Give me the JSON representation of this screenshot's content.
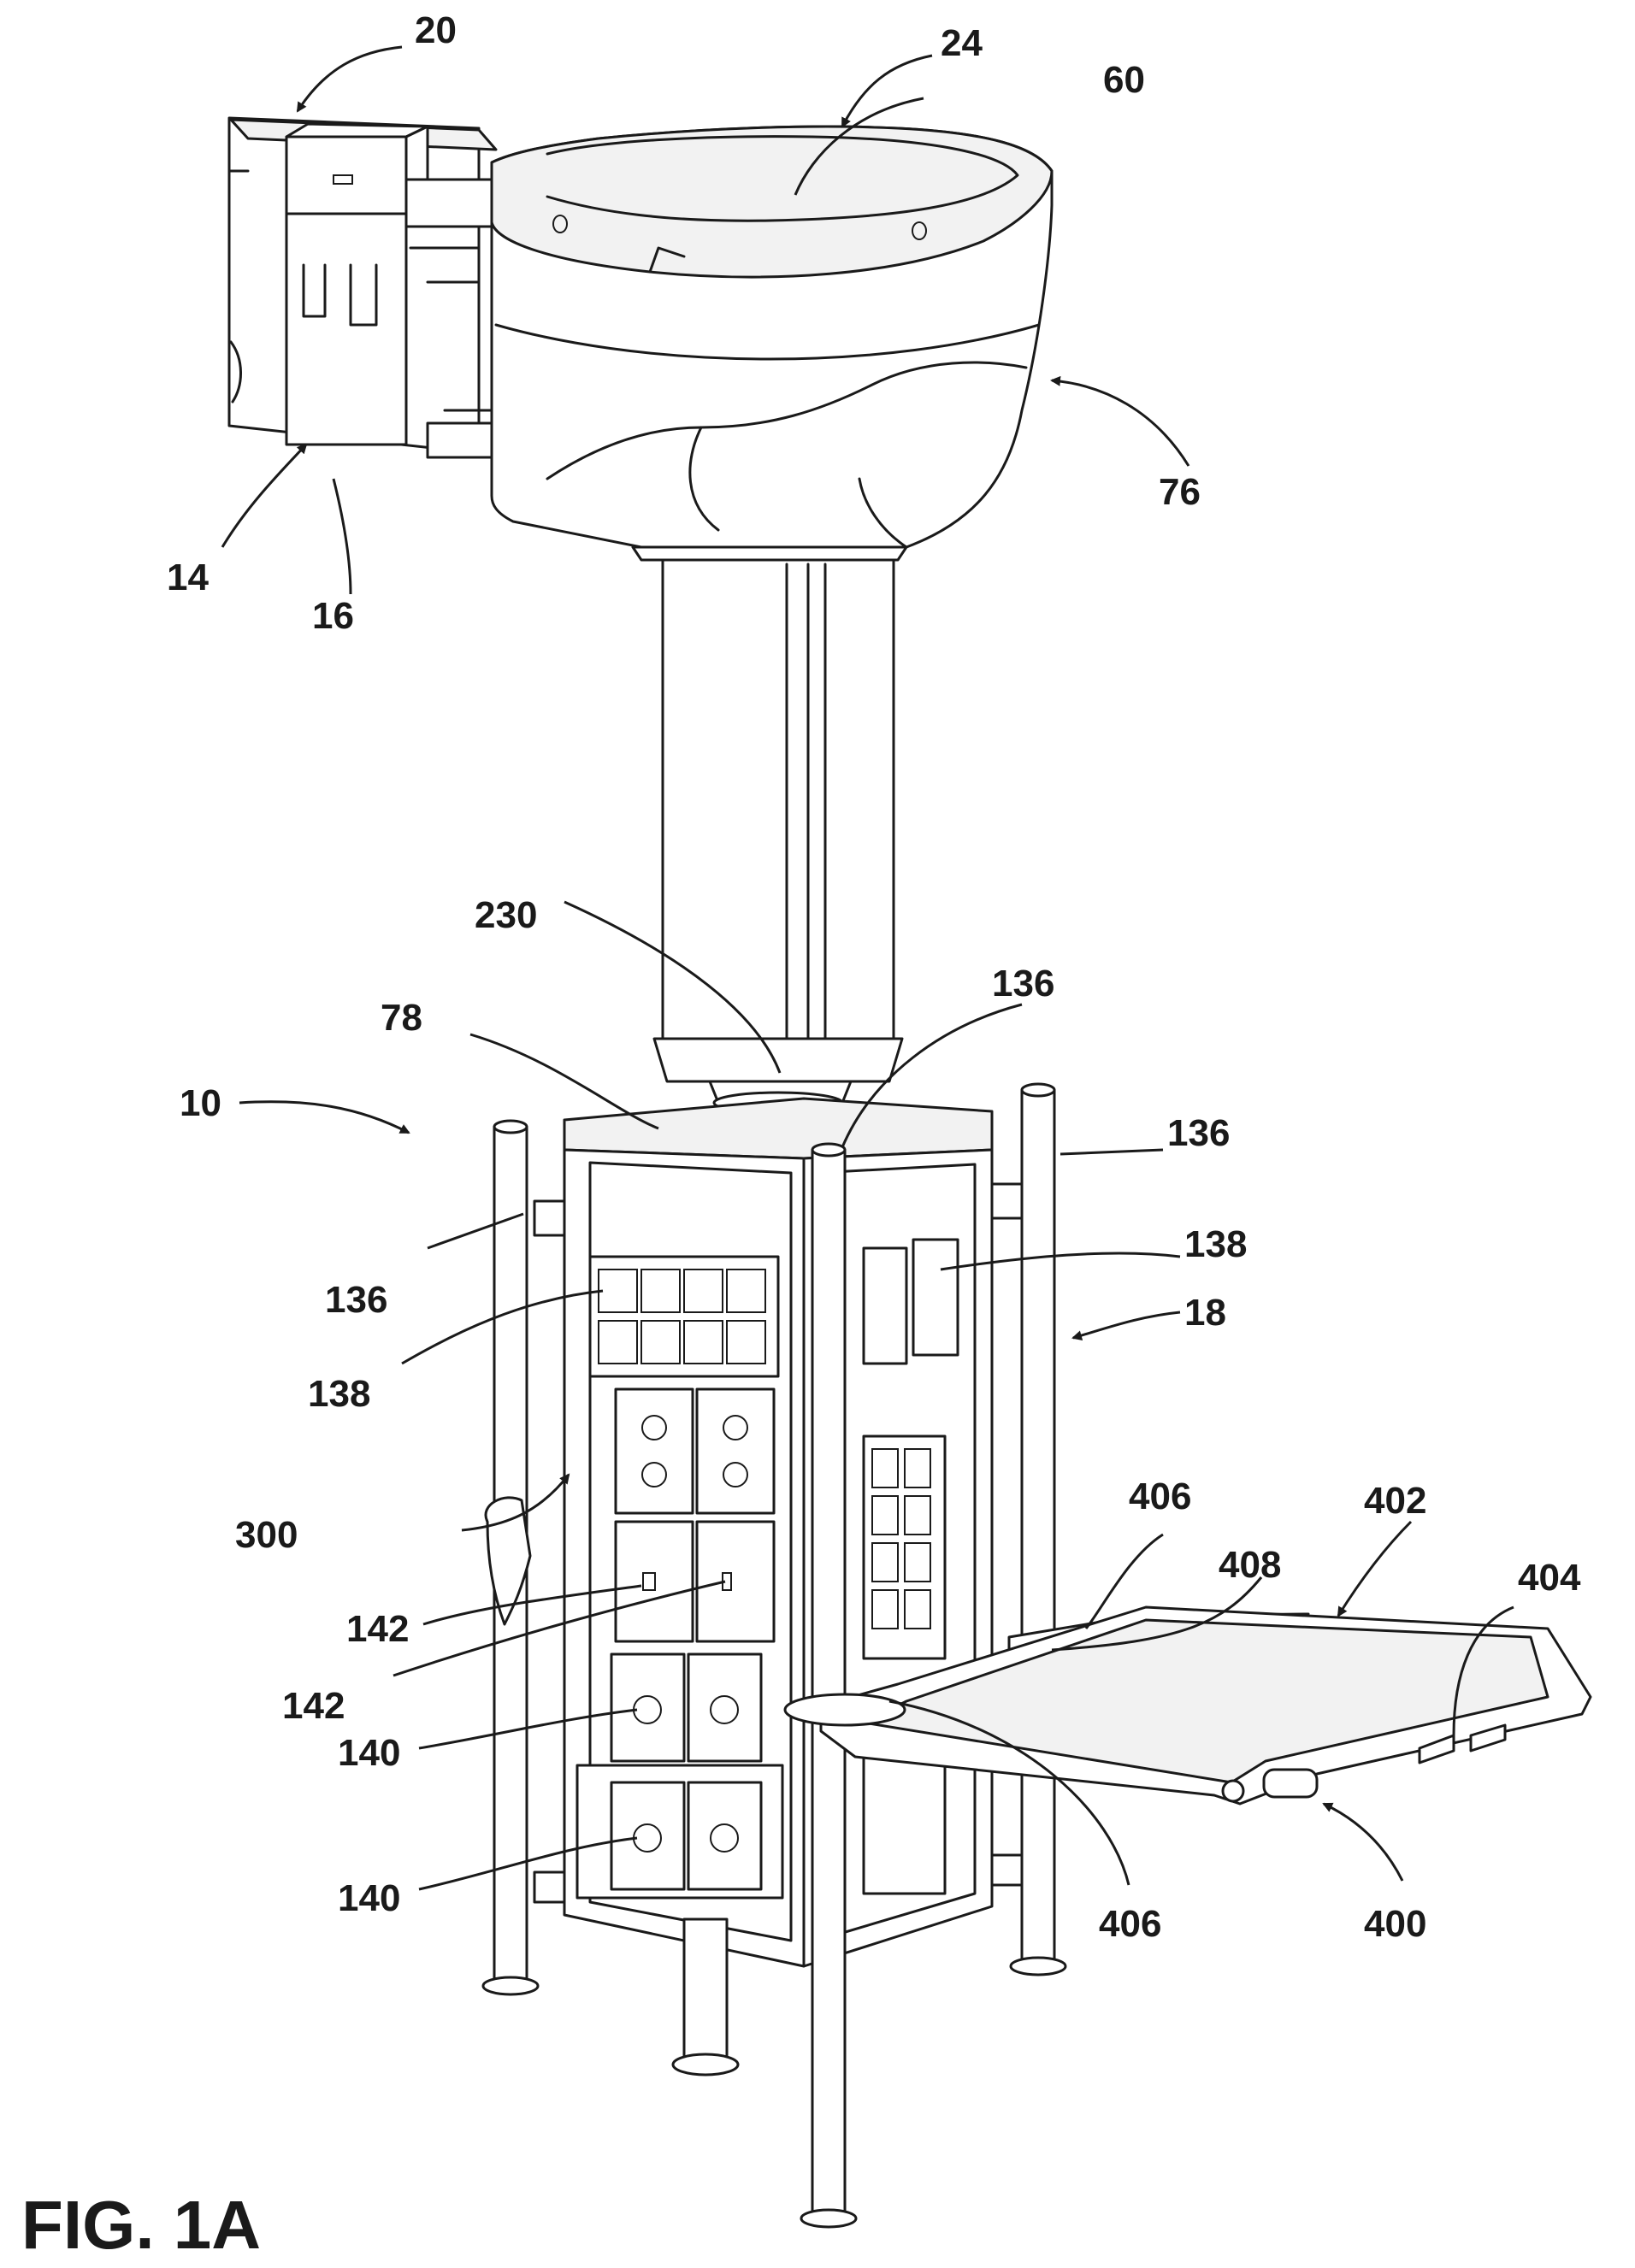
{
  "figure": {
    "caption": "FIG. 1A",
    "reference_numerals": {
      "n10": "10",
      "n14": "14",
      "n16": "16",
      "n18": "18",
      "n20": "20",
      "n24": "24",
      "n60": "60",
      "n76": "76",
      "n78": "78",
      "n136": "136",
      "n138": "138",
      "n140": "140",
      "n142": "142",
      "n230": "230",
      "n300": "300",
      "n400": "400",
      "n402": "402",
      "n404": "404",
      "n406": "406",
      "n408": "408"
    }
  }
}
